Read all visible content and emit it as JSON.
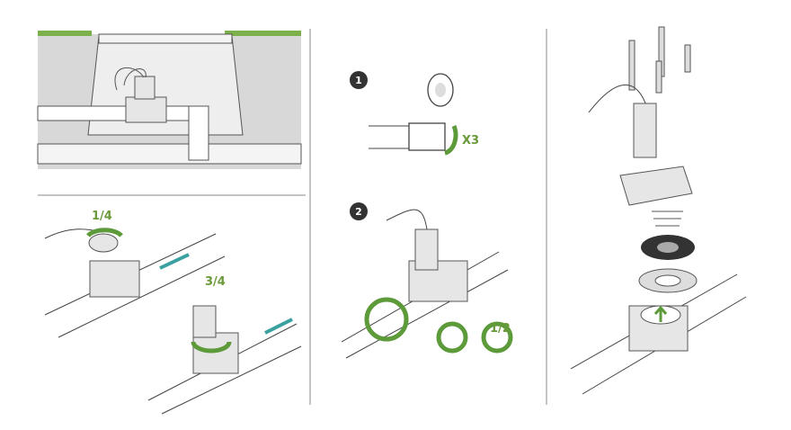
{
  "panels": {
    "adjust": {
      "label_quarter": "1/4",
      "label_three_quarter": "3/4"
    },
    "step1": {
      "badge": "1",
      "wrap_count": "X3"
    },
    "step2": {
      "badge": "2",
      "tighten_label": "1/2"
    }
  },
  "colors": {
    "accent": "#5c9a3a",
    "flow_arrow": "#3aa0a0",
    "badge": "#333333"
  }
}
